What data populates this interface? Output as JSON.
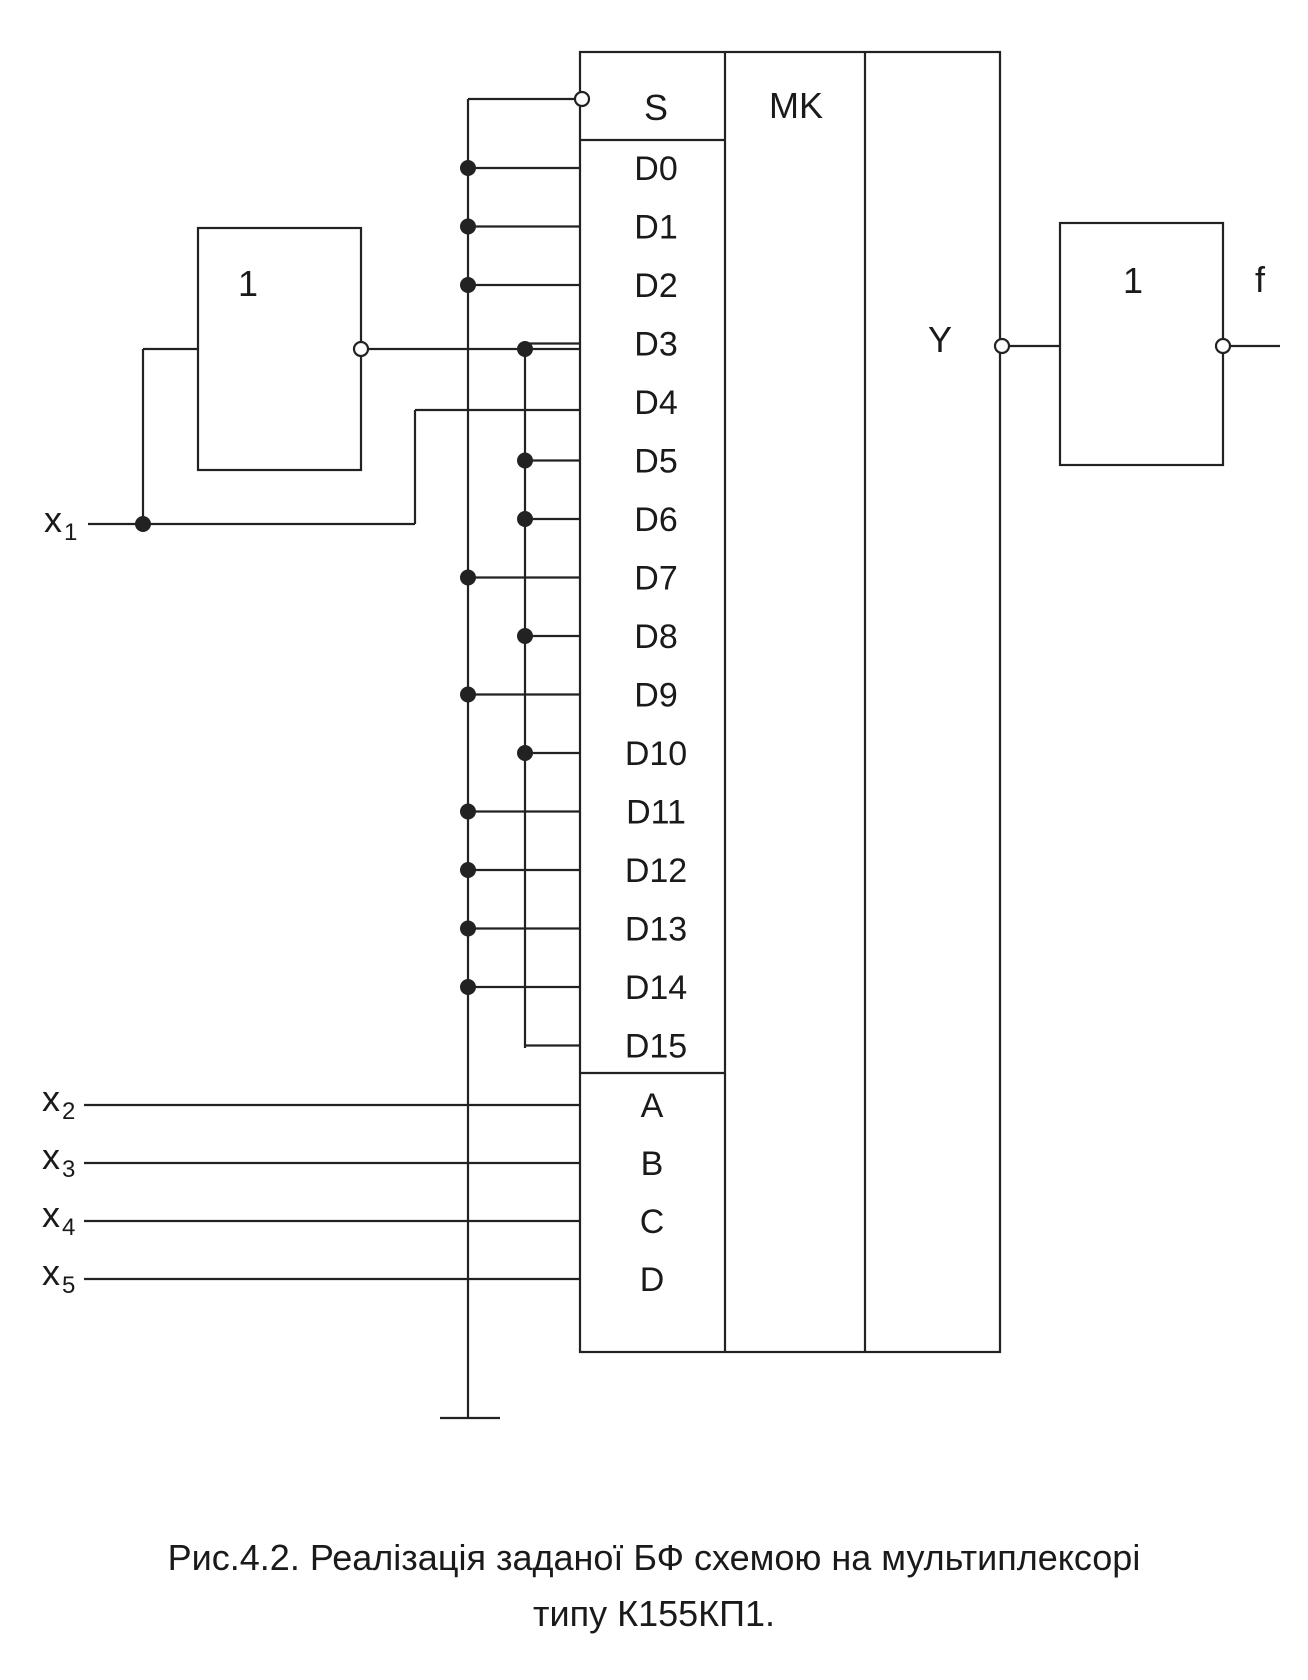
{
  "mux": {
    "strobe": "S",
    "title": "MK",
    "output": "Y",
    "data_pins": [
      "D0",
      "D1",
      "D2",
      "D3",
      "D4",
      "D5",
      "D6",
      "D7",
      "D8",
      "D9",
      "D10",
      "D11",
      "D12",
      "D13",
      "D14",
      "D15"
    ],
    "address_pins": [
      "A",
      "B",
      "C",
      "D"
    ]
  },
  "gates": {
    "inverter_in_label": "1",
    "inverter_out_label": "1",
    "output_label": "f"
  },
  "inputs": {
    "x1": {
      "base": "x",
      "sub": "1"
    },
    "address": [
      {
        "base": "x",
        "sub": "2"
      },
      {
        "base": "x",
        "sub": "3"
      },
      {
        "base": "x",
        "sub": "4"
      },
      {
        "base": "x",
        "sub": "5"
      }
    ]
  },
  "connections": {
    "ground_bus": [
      "S",
      "D0",
      "D1",
      "D2",
      "D7",
      "D9",
      "D11",
      "D12",
      "D13",
      "D14"
    ],
    "inverted_x1_bus": [
      "D3",
      "D5",
      "D6",
      "D8",
      "D10",
      "D15"
    ],
    "direct_x1": [
      "D4"
    ]
  },
  "caption": {
    "line1": "Рис.4.2. Реалізація заданої БФ схемою на мультиплексорі",
    "line2": "типу К155КП1."
  }
}
